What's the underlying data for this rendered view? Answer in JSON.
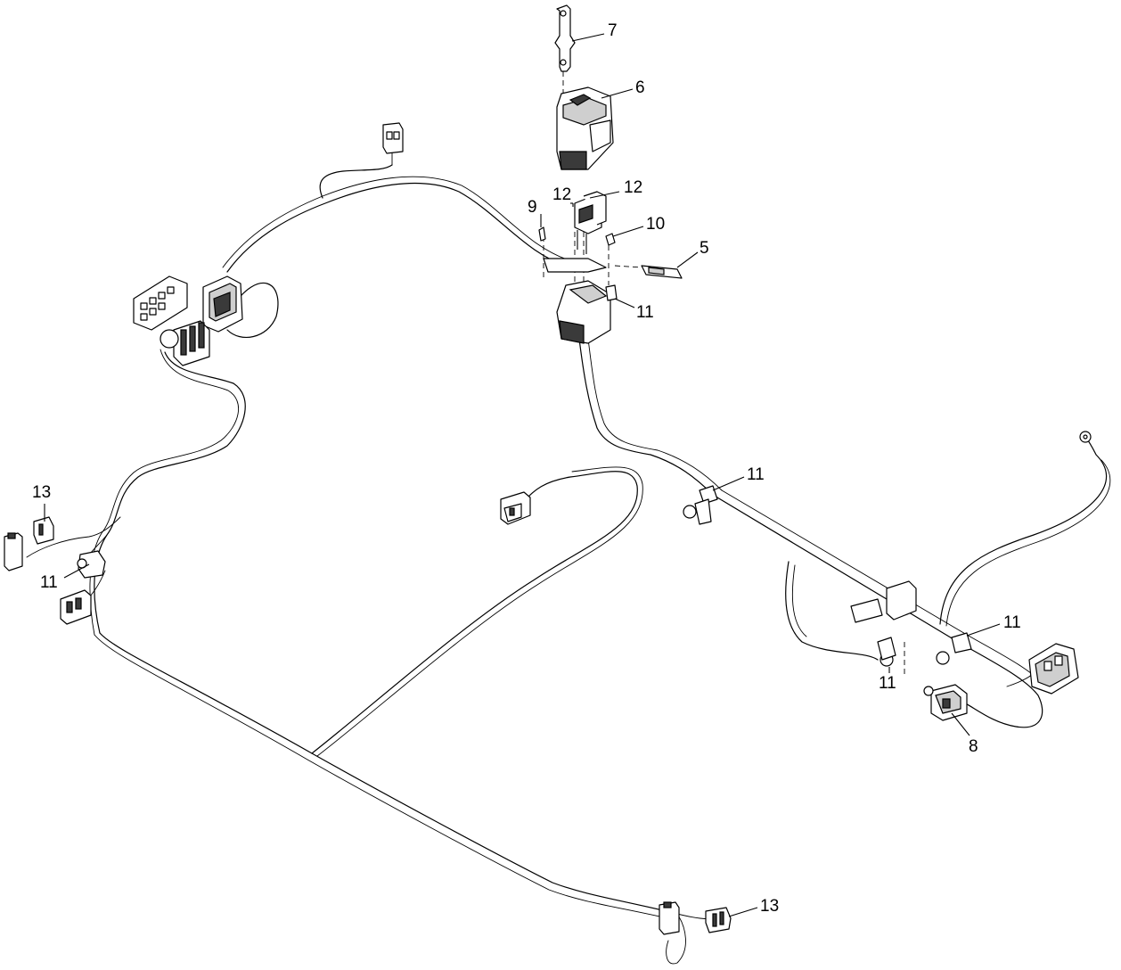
{
  "callouts": [
    {
      "id": "c7",
      "label": "7"
    },
    {
      "id": "c6",
      "label": "6"
    },
    {
      "id": "c12a",
      "label": "12"
    },
    {
      "id": "c12b",
      "label": "12"
    },
    {
      "id": "c9",
      "label": "9"
    },
    {
      "id": "c10",
      "label": "10"
    },
    {
      "id": "c5",
      "label": "5"
    },
    {
      "id": "c11a",
      "label": "11"
    },
    {
      "id": "c11b",
      "label": "11"
    },
    {
      "id": "c13a",
      "label": "13"
    },
    {
      "id": "c11c",
      "label": "11"
    },
    {
      "id": "c11d",
      "label": "11"
    },
    {
      "id": "c11e",
      "label": "11"
    },
    {
      "id": "c8",
      "label": "8"
    },
    {
      "id": "c13b",
      "label": "13"
    }
  ]
}
